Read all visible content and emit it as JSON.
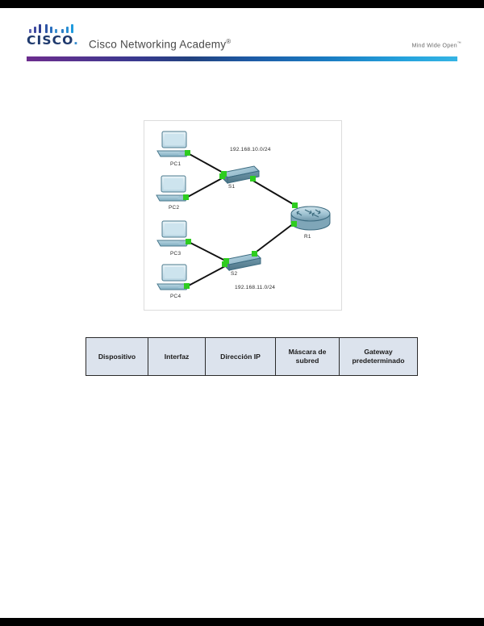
{
  "document": {
    "header": {
      "logo_icon": "cisco-bars-logo",
      "logo_wordmark": "CISCO",
      "logo_wordmark_dot": ".",
      "academy_title": "Cisco Networking Academy",
      "academy_title_tm": "®",
      "tagline": "Mind Wide Open",
      "tagline_tm": "™",
      "accent_gradient_start": "#6c2d8e",
      "accent_gradient_end": "#35b4e4"
    },
    "figure": {
      "name": "network-topology-diagram",
      "networks": {
        "top": "192.168.10.0/24",
        "bottom": "192.168.11.0/24"
      },
      "devices": [
        {
          "id": "pc1",
          "label": "PC1",
          "type": "pc"
        },
        {
          "id": "pc2",
          "label": "PC2",
          "type": "pc"
        },
        {
          "id": "pc3",
          "label": "PC3",
          "type": "pc"
        },
        {
          "id": "pc4",
          "label": "PC4",
          "type": "pc"
        },
        {
          "id": "s1",
          "label": "S1",
          "type": "switch"
        },
        {
          "id": "s2",
          "label": "S2",
          "type": "switch"
        },
        {
          "id": "r1",
          "label": "R1",
          "type": "router"
        }
      ],
      "links": [
        {
          "from": "PC1",
          "to": "S1"
        },
        {
          "from": "PC2",
          "to": "S1"
        },
        {
          "from": "S1",
          "to": "R1"
        },
        {
          "from": "PC3",
          "to": "S2"
        },
        {
          "from": "PC4",
          "to": "S2"
        },
        {
          "from": "S2",
          "to": "R1"
        }
      ],
      "link_indicator_color": "#2ecc1f",
      "device_body_color": "#9fc4d4",
      "device_outline_color": "#3c6b80"
    },
    "addressing_table": {
      "name": "addressing-table",
      "header_fill": "#dce3ed",
      "columns": [
        "Dispositivo",
        "Interfaz",
        "Dirección IP",
        "Máscara de subred",
        "Gateway predeterminado"
      ],
      "column_lines": [
        [
          "Dispositivo"
        ],
        [
          "Interfaz"
        ],
        [
          "Dirección IP"
        ],
        [
          "Máscara de",
          "subred"
        ],
        [
          "Gateway",
          "predeterminado"
        ]
      ],
      "rows": []
    }
  }
}
